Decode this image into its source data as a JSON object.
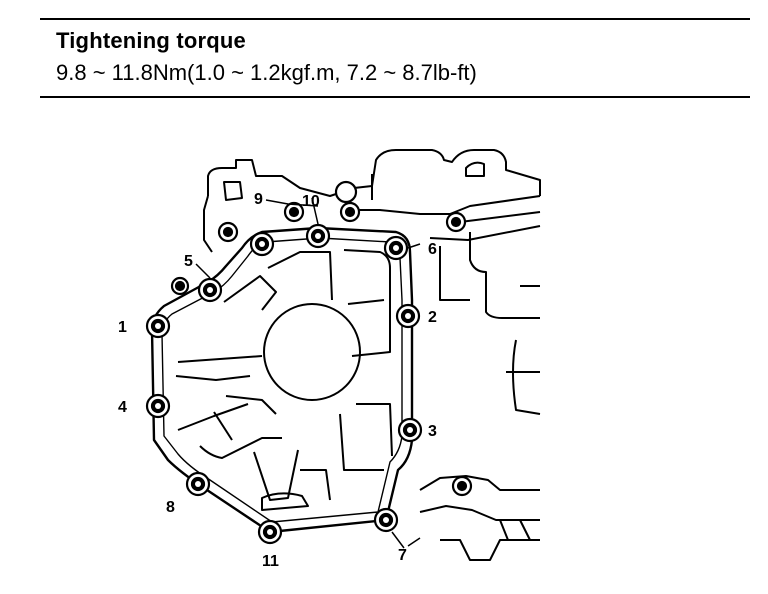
{
  "spec": {
    "title": "Tightening torque",
    "value": "9.8 ~ 11.8Nm(1.0 ~ 1.2kgf.m, 7.2 ~ 8.7lb-ft)"
  },
  "bolts": [
    {
      "label": "1",
      "value": 1
    },
    {
      "label": "2",
      "value": 2
    },
    {
      "label": "3",
      "value": 3
    },
    {
      "label": "4",
      "value": 4
    },
    {
      "label": "5",
      "value": 5
    },
    {
      "label": "6",
      "value": 6
    },
    {
      "label": "7",
      "value": 7
    },
    {
      "label": "8",
      "value": 8
    },
    {
      "label": "9",
      "value": 9
    },
    {
      "label": "10",
      "value": 10
    },
    {
      "label": "11",
      "value": 11
    }
  ]
}
